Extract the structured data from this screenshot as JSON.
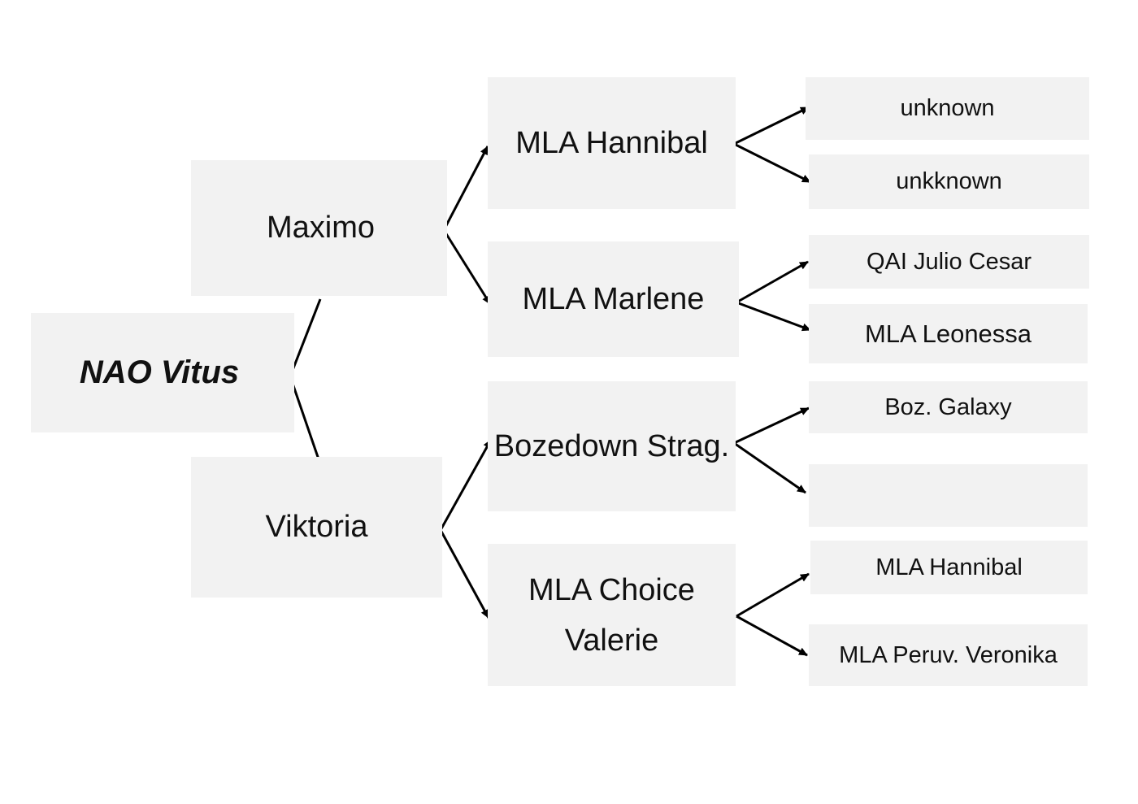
{
  "pedigree": {
    "root": {
      "name": "NAO Vitus"
    },
    "sire": {
      "name": "Maximo",
      "sire": {
        "name": "MLA Hannibal",
        "sire": "unknown",
        "dam": "unkknown"
      },
      "dam": {
        "name": "MLA Marlene",
        "sire": "QAI Julio Cesar",
        "dam": "MLA Leonessa"
      }
    },
    "dam": {
      "name": "Viktoria",
      "sire": {
        "name": "Bozedown Strag.",
        "sire": "Boz. Galaxy",
        "dam": ""
      },
      "dam": {
        "name_line1": "MLA Choice",
        "name_line2": "Valerie",
        "sire": "MLA Hannibal",
        "dam": "MLA Peruv. Veronika"
      }
    }
  },
  "colors": {
    "box_fill": "#f2f2f2",
    "line": "#000000",
    "text": "#111111",
    "background": "#ffffff"
  }
}
